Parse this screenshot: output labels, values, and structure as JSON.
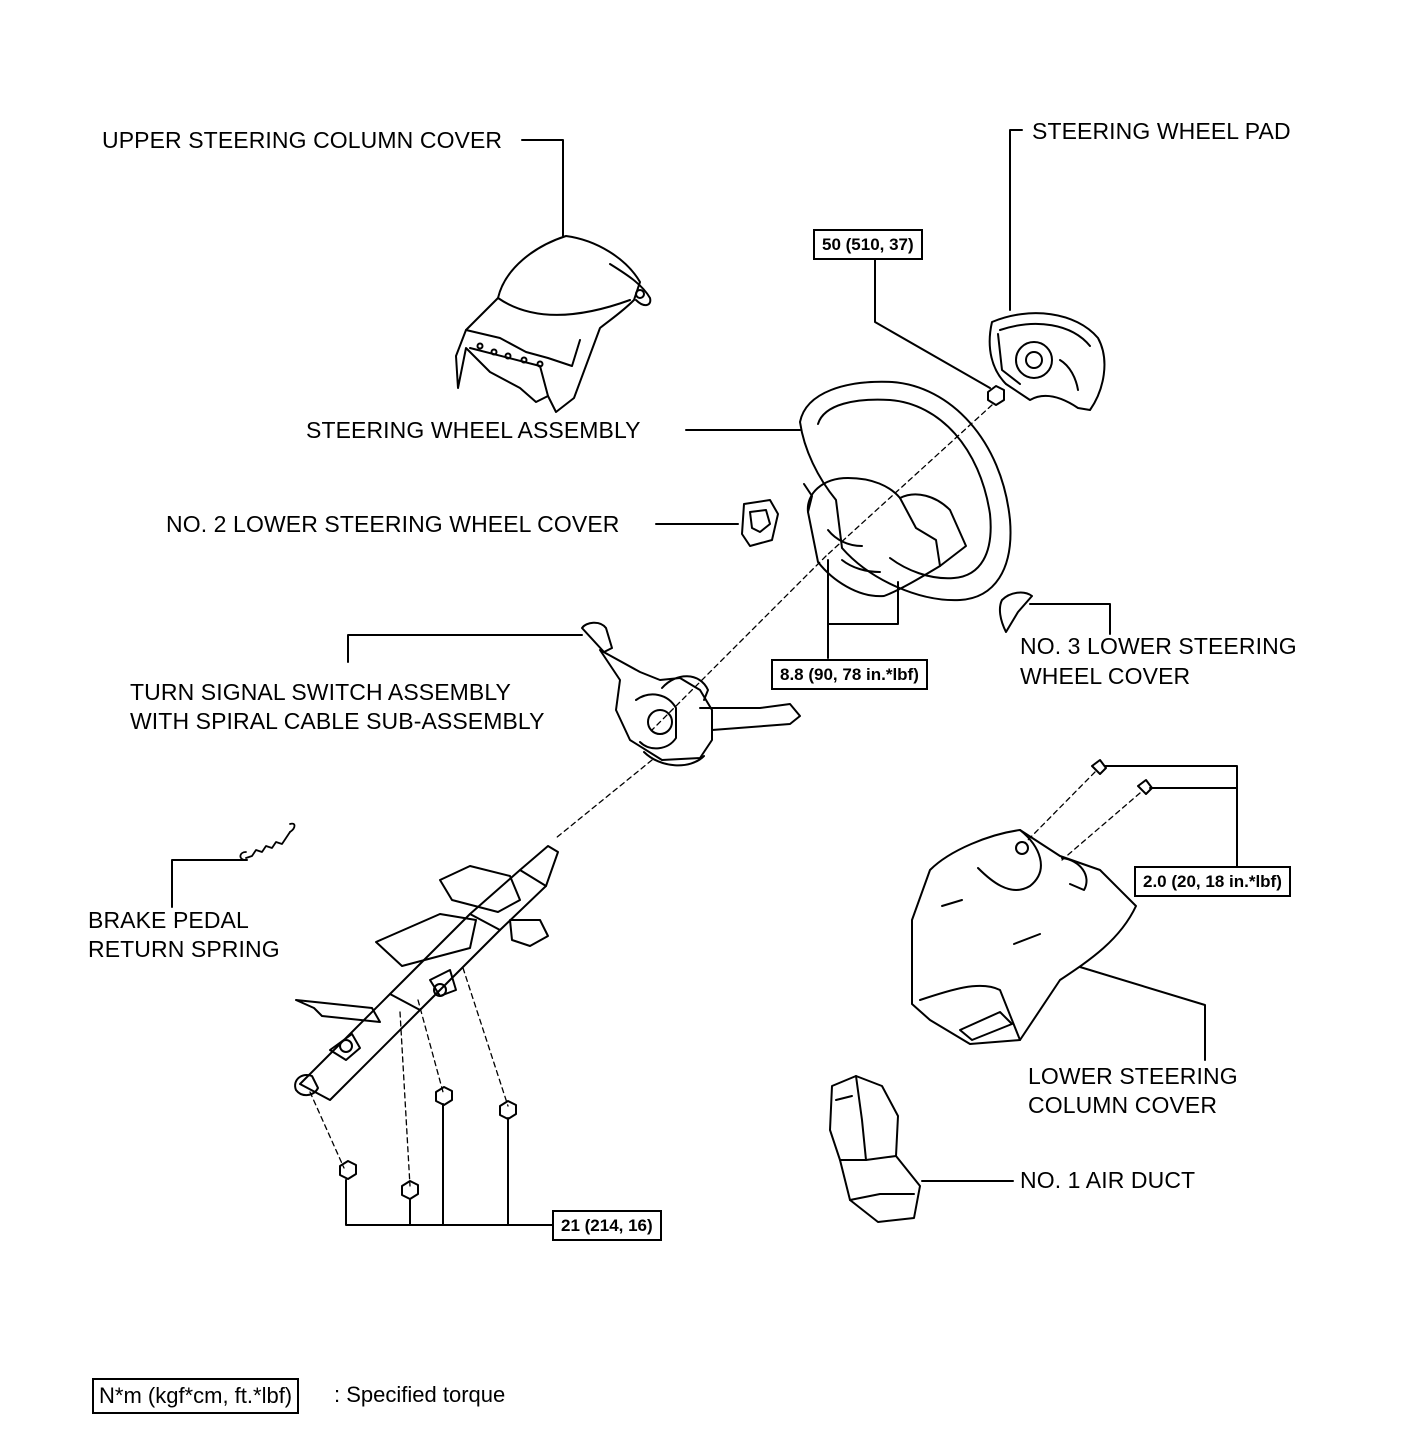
{
  "labels": {
    "upper_column_cover": "UPPER STEERING COLUMN COVER",
    "steering_wheel_pad": "STEERING WHEEL PAD",
    "steering_wheel_assembly": "STEERING WHEEL ASSEMBLY",
    "no2_lower_cover": "NO. 2 LOWER STEERING WHEEL COVER",
    "no3_lower_cover_line1": "NO. 3 LOWER STEERING",
    "no3_lower_cover_line2": "WHEEL COVER",
    "turn_signal_line1": "TURN SIGNAL SWITCH ASSEMBLY",
    "turn_signal_line2": "WITH SPIRAL CABLE SUB-ASSEMBLY",
    "brake_spring_line1": "BRAKE PEDAL",
    "brake_spring_line2": "RETURN SPRING",
    "lower_column_cover_line1": "LOWER STEERING",
    "lower_column_cover_line2": "COLUMN COVER",
    "no1_air_duct": "NO. 1 AIR DUCT"
  },
  "torques": {
    "wheel_nut": "50 (510, 37)",
    "pad_screws": "8.8 (90, 78 in.*lbf)",
    "cover_screws": "2.0 (20, 18 in.*lbf)",
    "column_nuts": "21 (214, 16)"
  },
  "legend": {
    "unit": "N*m (kgf*cm, ft.*lbf)",
    "description": ": Specified torque"
  }
}
